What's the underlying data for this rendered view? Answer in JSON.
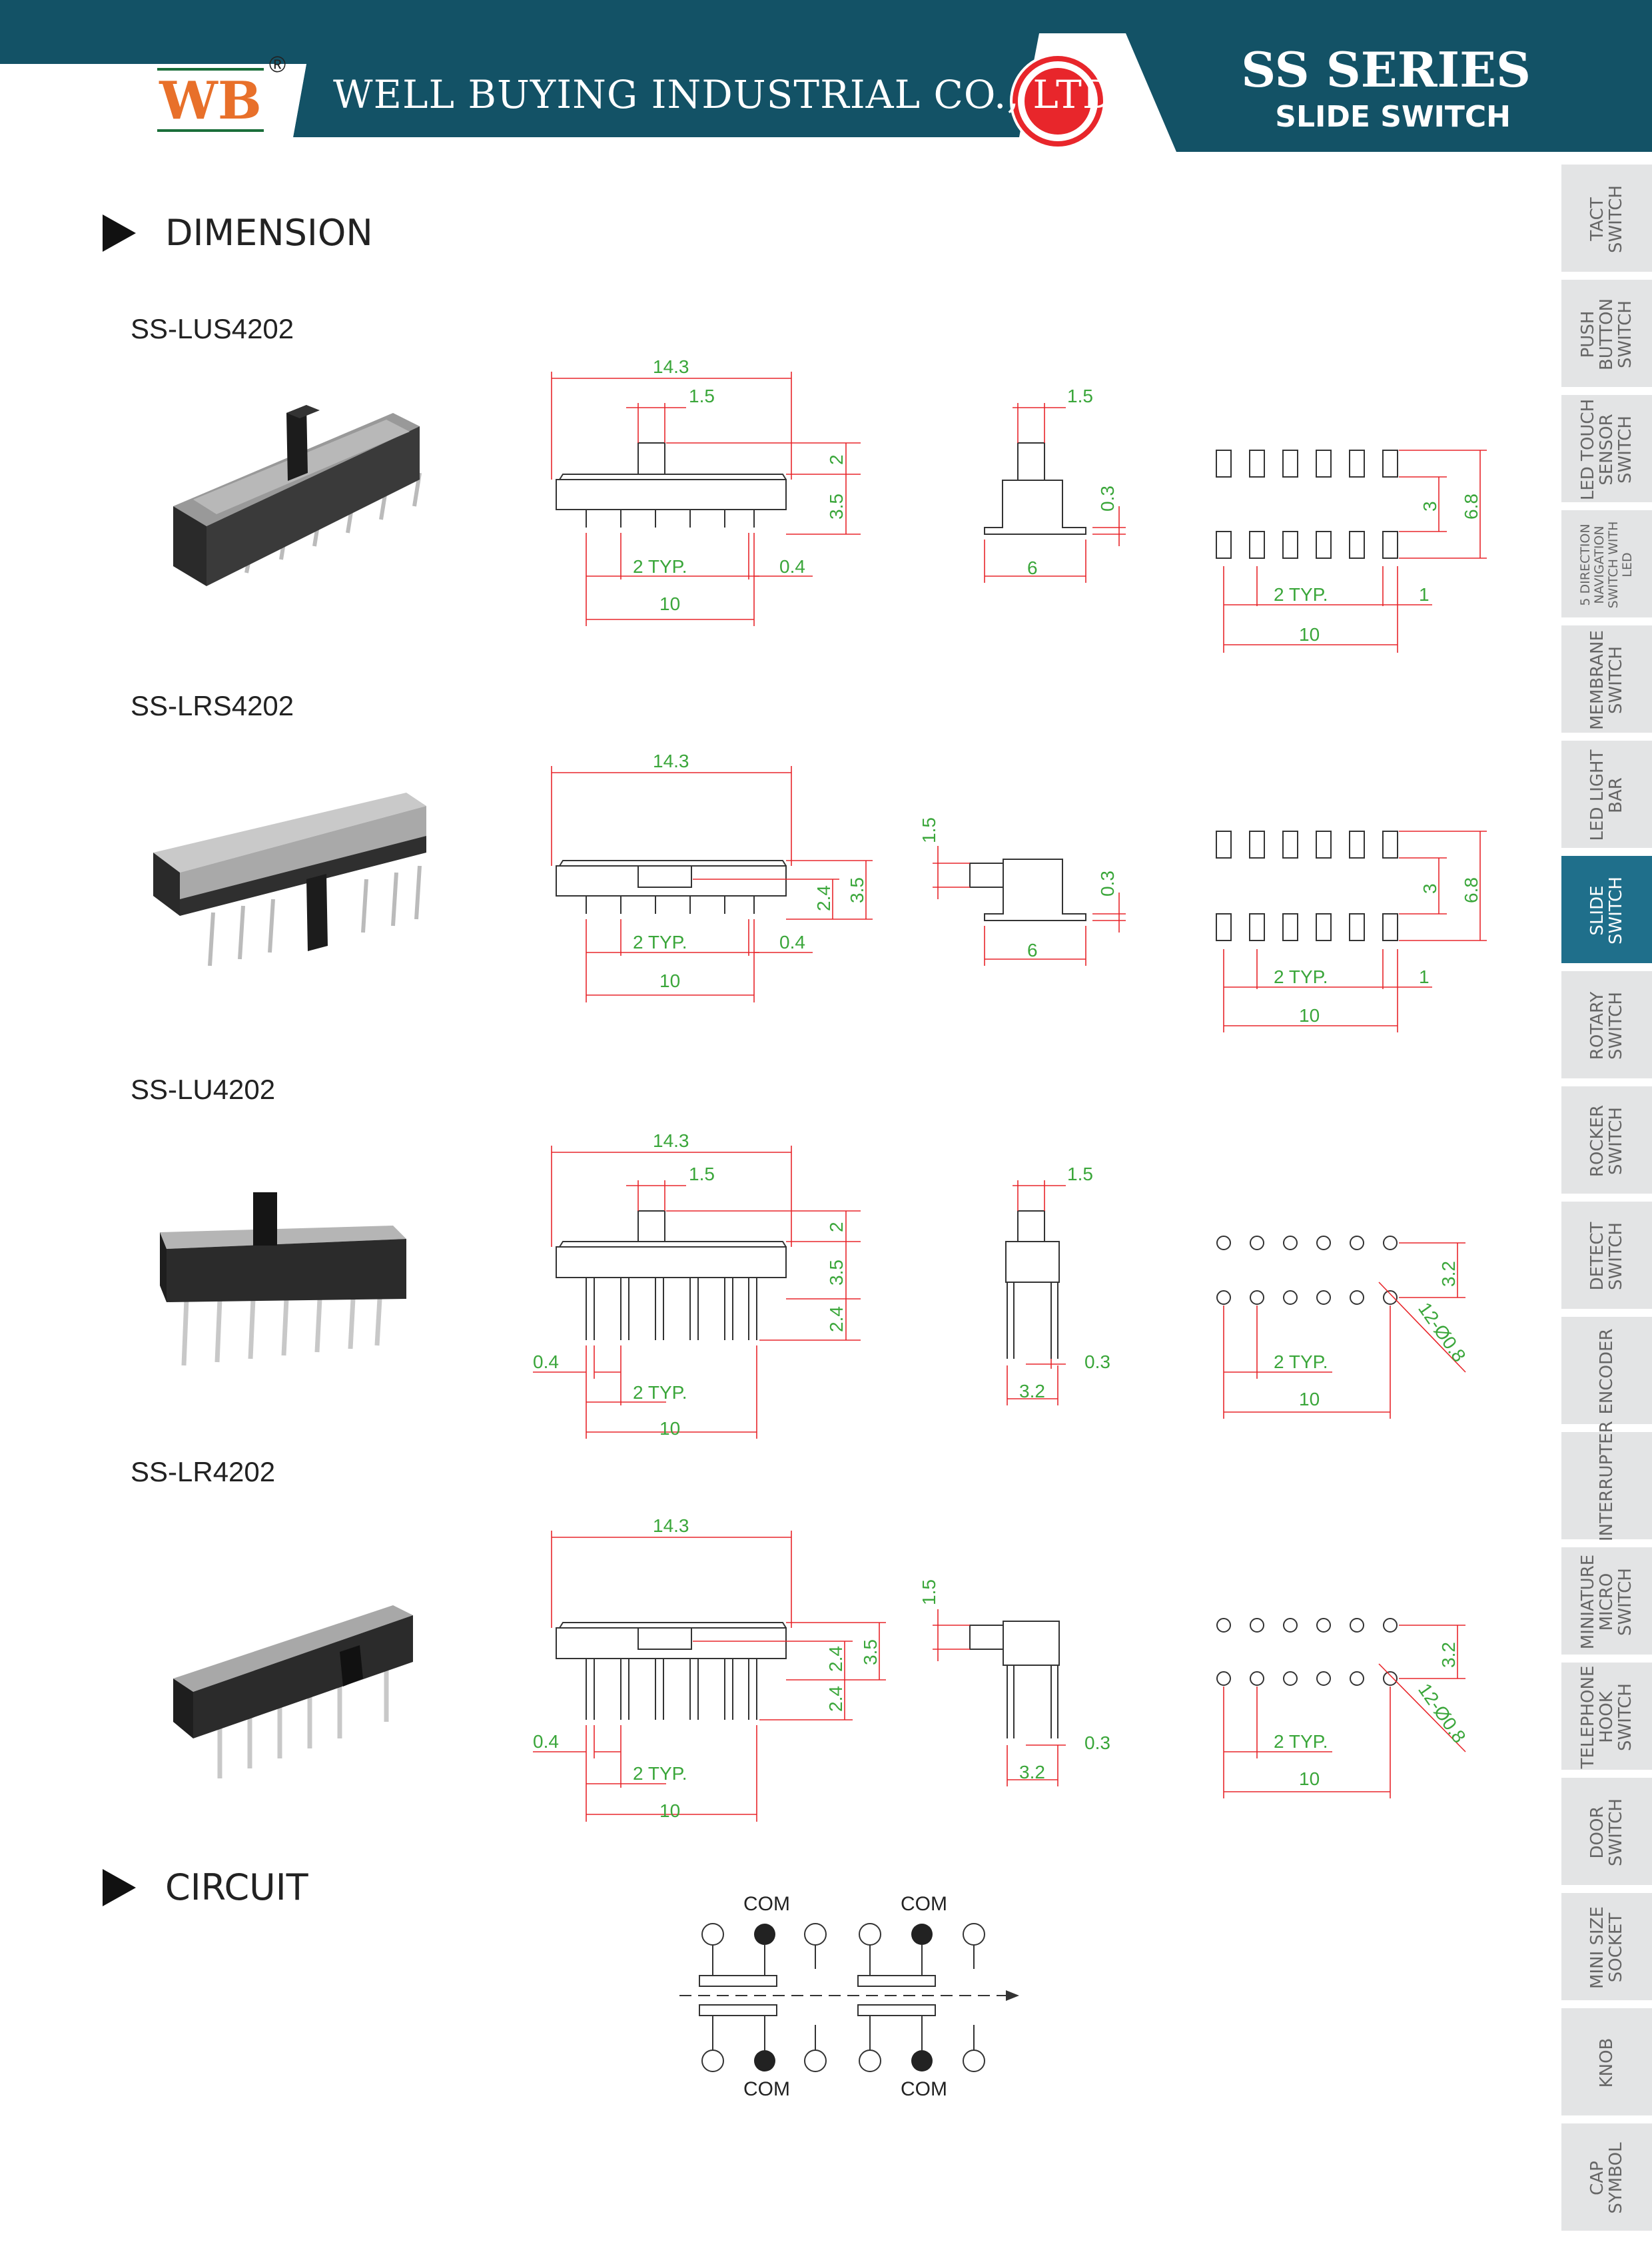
{
  "header": {
    "logo_text": "WB",
    "registered_mark": "®",
    "company_name": "WELL BUYING INDUSTRIAL CO., LTD",
    "series_title": "SS SERIES",
    "series_subtitle": "SLIDE SWITCH",
    "colors": {
      "banner": "#135266",
      "accent": "#e8262b",
      "logo_orange": "#e8702a"
    }
  },
  "sections": {
    "dimension": "DIMENSION",
    "circuit": "CIRCUIT"
  },
  "models": [
    {
      "name": "SS-LUS4202",
      "front": {
        "width": "14.3",
        "actuator": "1.5",
        "actuator_height": "2",
        "body_height": "3.5",
        "pitch": "2 TYP.",
        "pin_width": "0.4",
        "span": "10"
      },
      "side": {
        "actuator": "1.5",
        "pin_thickness": "0.3",
        "depth": "6"
      },
      "pcb": {
        "row_spacing": "3",
        "total": "6.8",
        "pitch": "2 TYP.",
        "pad": "1",
        "span": "10"
      }
    },
    {
      "name": "SS-LRS4202",
      "front": {
        "width": "14.3",
        "actuator_offset": "2.4",
        "body_height": "3.5",
        "pitch": "2 TYP.",
        "pin_width": "0.4",
        "span": "10"
      },
      "side": {
        "actuator": "1.5",
        "pin_thickness": "0.3",
        "depth": "6"
      },
      "pcb": {
        "row_spacing": "3",
        "total": "6.8",
        "pitch": "2 TYP.",
        "pad": "1",
        "span": "10"
      }
    },
    {
      "name": "SS-LU4202",
      "front": {
        "width": "14.3",
        "actuator": "1.5",
        "actuator_height": "2",
        "body_height": "3.5",
        "pin_length": "2.4",
        "pin_width": "0.4",
        "pitch": "2 TYP.",
        "span": "10"
      },
      "side": {
        "actuator": "1.5",
        "pin_thickness": "0.3",
        "depth": "3.2"
      },
      "pcb": {
        "row_spacing": "3.2",
        "holes": "12-Ø0.8",
        "pitch": "2 TYP.",
        "span": "10"
      }
    },
    {
      "name": "SS-LR4202",
      "front": {
        "width": "14.3",
        "actuator_offset": "2.4",
        "body_height": "3.5",
        "pin_length": "2.4",
        "pin_width": "0.4",
        "pitch": "2 TYP.",
        "span": "10"
      },
      "side": {
        "actuator": "1.5",
        "pin_thickness": "0.3",
        "depth": "3.2"
      },
      "pcb": {
        "row_spacing": "3.2",
        "holes": "12-Ø0.8",
        "pitch": "2 TYP.",
        "span": "10"
      }
    }
  ],
  "circuit": {
    "com_label": "COM"
  },
  "sidebar": {
    "items": [
      {
        "label": "TACT SWITCH",
        "active": false
      },
      {
        "label": "PUSH BUTTON SWITCH",
        "active": false
      },
      {
        "label": "LED TOUCH SENSOR SWITCH",
        "active": false
      },
      {
        "label": "5 DIRECTION NAVIGATION SWITCH WITH LED",
        "active": false,
        "small": true
      },
      {
        "label": "MEMBRANE SWITCH",
        "active": false
      },
      {
        "label": "LED LIGHT BAR",
        "active": false
      },
      {
        "label": "SLIDE SWITCH",
        "active": true
      },
      {
        "label": "ROTARY SWITCH",
        "active": false
      },
      {
        "label": "ROCKER SWITCH",
        "active": false
      },
      {
        "label": "DETECT SWITCH",
        "active": false
      },
      {
        "label": "ENCODER",
        "active": false
      },
      {
        "label": "INTERRUPTER",
        "active": false
      },
      {
        "label": "MINIATURE MICRO SWITCH",
        "active": false
      },
      {
        "label": "TELEPHONE HOOK SWITCH",
        "active": false
      },
      {
        "label": "DOOR SWITCH",
        "active": false
      },
      {
        "label": "MINI SIZE SOCKET",
        "active": false
      },
      {
        "label": "KNOB",
        "active": false
      },
      {
        "label": "CAP SYMBOL",
        "active": false
      }
    ]
  }
}
